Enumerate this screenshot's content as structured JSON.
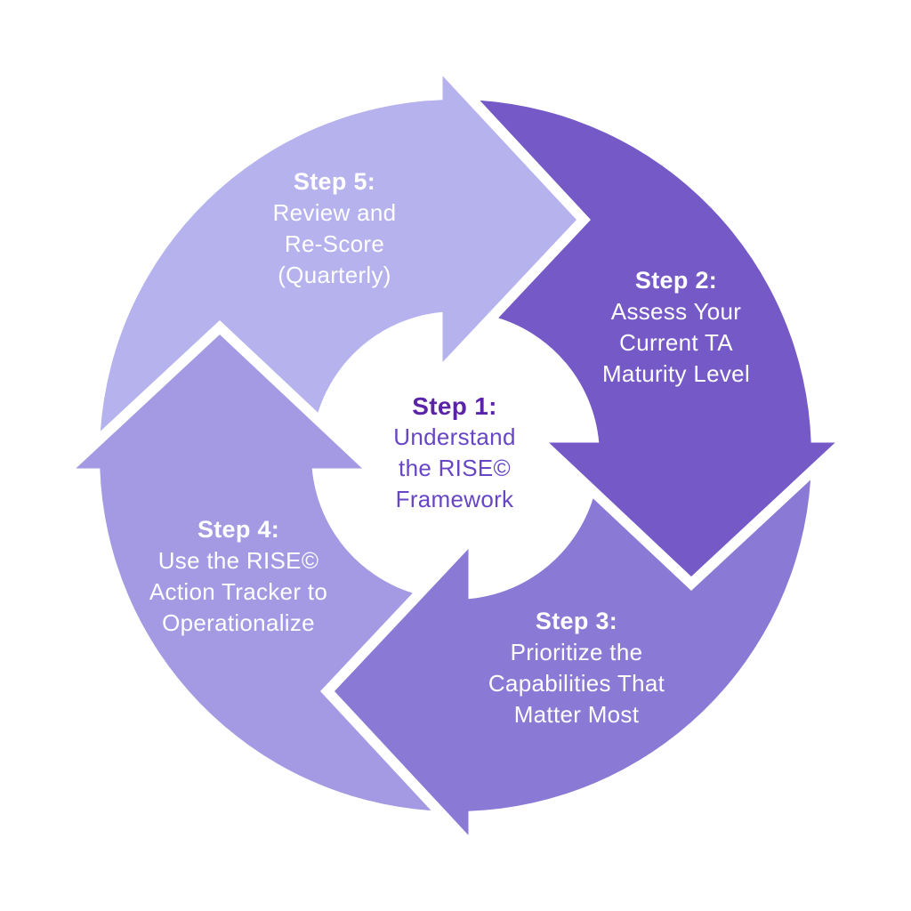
{
  "diagram": {
    "name": "RISE framework 5-step cycle",
    "background_color": "#ffffff",
    "palette": {
      "segment_step2": "#7459c7",
      "segment_step3": "#8a79d5",
      "segment_step4": "#a39ae3",
      "segment_step5": "#b5b2ee",
      "segment_label_text": "#ffffff",
      "center_title_text": "#5b24a8",
      "center_body_text": "#6746c5"
    }
  },
  "steps": [
    {
      "title": "Step 1:",
      "body": "Understand\nthe RISE©\nFramework"
    },
    {
      "title": "Step 2:",
      "body": "Assess Your\nCurrent TA\nMaturity Level"
    },
    {
      "title": "Step 3:",
      "body": "Prioritize the\nCapabilities That\nMatter Most"
    },
    {
      "title": "Step 4:",
      "body": "Use the RISE©\nAction Tracker to\nOperationalize"
    },
    {
      "title": "Step 5:",
      "body": "Review and\nRe-Score\n(Quarterly)"
    }
  ]
}
